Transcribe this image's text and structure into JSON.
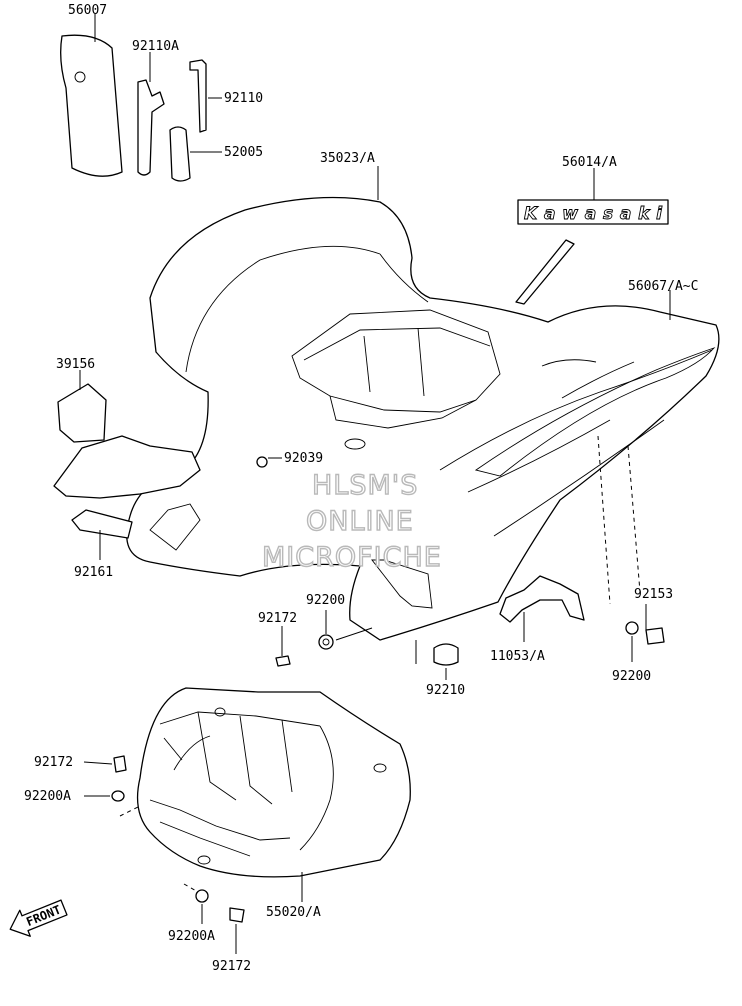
{
  "labels": {
    "l56007": "56007",
    "l92110A": "92110A",
    "l92110": "92110",
    "l52005": "52005",
    "l35023A": "35023/A",
    "l56014A": "56014/A",
    "l56067A": "56067/A~C",
    "l39156": "39156",
    "l92039": "92039",
    "l92161": "92161",
    "l92172a": "92172",
    "l92200a": "92200",
    "l92153": "92153",
    "l11053A": "11053/A",
    "l92210": "92210",
    "l92200b": "92200",
    "l92172b": "92172",
    "l92200Aa": "92200A",
    "l55020A": "55020/A",
    "l92200Ab": "92200A",
    "l92172c": "92172"
  },
  "brand_text": "Kawasaki",
  "front_text": "FRONT",
  "watermark": {
    "line1": "HLSM'S",
    "line2": "ONLINE",
    "line3": "MICROFICHE"
  }
}
